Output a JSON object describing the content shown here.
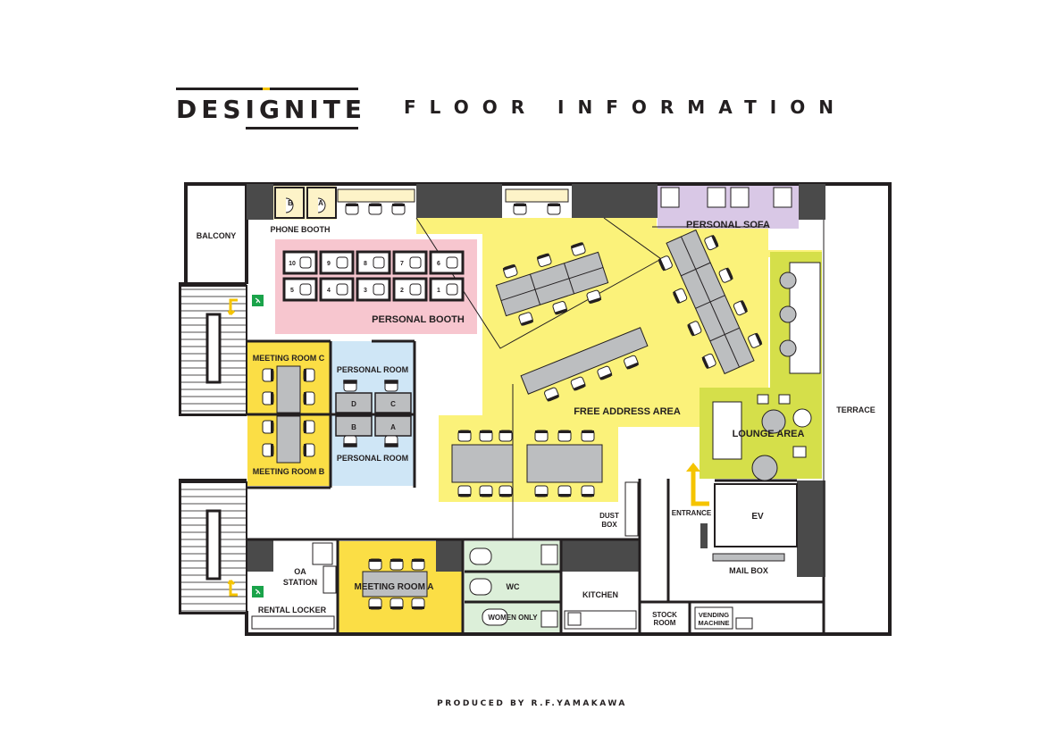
{
  "header": {
    "logo_text": "DESIGNITE",
    "title": "FLOOR INFORMATION"
  },
  "footer": {
    "credit": "PRODUCED BY  R.F.YAMAKAWA"
  },
  "colors": {
    "wall": "#231f20",
    "free_address": "#fbf27a",
    "meeting": "#fbde45",
    "personal_booth": "#f7c6cf",
    "personal_room": "#cfe6f6",
    "lounge": "#d5df4a",
    "personal_sofa": "#d9c8e6",
    "phone_booth": "#fdf3c8",
    "wc": "#dcefd9",
    "exit_sign": "#1aa34a",
    "arrow": "#f5c400"
  },
  "rooms": {
    "balcony": "BALCONY",
    "phone_booth": "PHONE BOOTH",
    "phone_booth_b": "B",
    "phone_booth_a": "A",
    "personal_booth": "PERSONAL BOOTH",
    "booth_numbers_top": [
      "10",
      "9",
      "8",
      "7",
      "6"
    ],
    "booth_numbers_bottom": [
      "5",
      "4",
      "3",
      "2",
      "1"
    ],
    "meeting_room_c": "MEETING ROOM C",
    "meeting_room_b": "MEETING ROOM B",
    "meeting_room_a": "MEETING ROOM A",
    "personal_room_top": "PERSONAL ROOM",
    "personal_room_bottom": "PERSONAL ROOM",
    "personal_room_d": "D",
    "personal_room_c": "C",
    "personal_room_b": "B",
    "personal_room_a": "A",
    "personal_sofa": "PERSONAL SOFA",
    "free_address_area": "FREE ADDRESS AREA",
    "lounge_area": "LOUNGE AREA",
    "terrace": "TERRACE",
    "entrance": "ENTRANCE",
    "ev": "EV",
    "mail_box": "MAIL BOX",
    "dust_box_line1": "DUST",
    "dust_box_line2": "BOX",
    "oa_station_line1": "OA",
    "oa_station_line2": "STATION",
    "rental_locker": "RENTAL LOCKER",
    "wc": "WC",
    "women_only": "WOMEN ONLY",
    "kitchen": "KITCHEN",
    "stock_room_line1": "STOCK",
    "stock_room_line2": "ROOM",
    "vending_line1": "VENDING",
    "vending_line2": "MACHINE"
  }
}
